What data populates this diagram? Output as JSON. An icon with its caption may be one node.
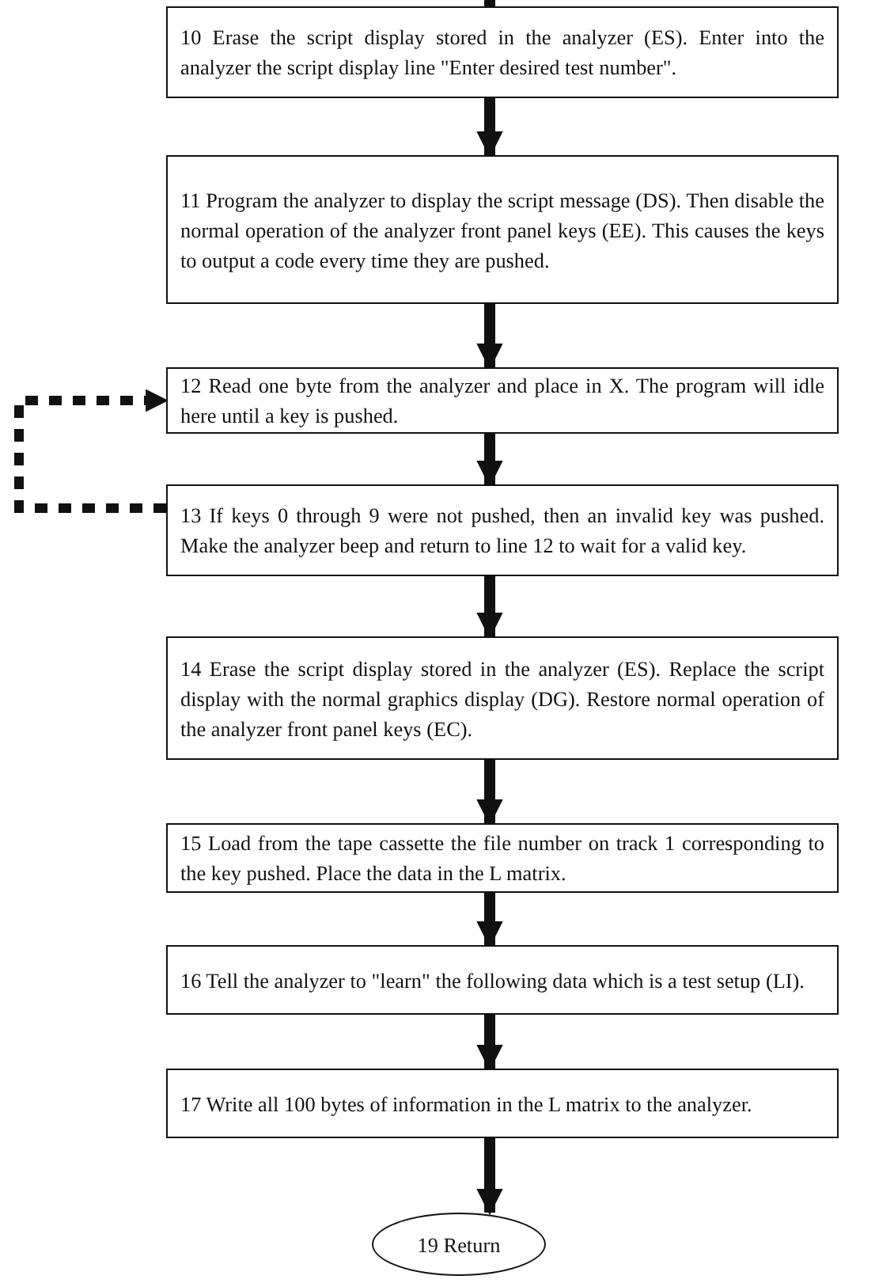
{
  "diagram": {
    "nodes": [
      {
        "text": [
          "10 Erase the script display stored in the analyzer (ES). Enter into the analyzer the script display line \"Enter desired test number\"."
        ]
      },
      {
        "text": [
          "11 Program the analyzer to display the script message (DS). Then disable the normal operation of the analyzer front panel keys (EE). This causes the keys to output a code every time they are pushed."
        ]
      },
      {
        "text": [
          "12 Read one byte from the analyzer and place in X. The program will idle here until a key is pushed."
        ]
      },
      {
        "text": [
          "13 If keys 0 through 9 were not pushed, then an invalid key was pushed. Make the analyzer beep and return to line 12 to wait for a valid key."
        ]
      },
      {
        "text": [
          "14 Erase the script display stored in the analyzer (ES). Replace the script display with the normal graphics display (DG). Restore normal operation of the analyzer front panel keys (EC)."
        ]
      },
      {
        "text": [
          "15 Load from the tape cassette the file number on track 1 corresponding to the key pushed. Place the data in the L matrix."
        ]
      },
      {
        "text": [
          "16 Tell the analyzer to \"learn\" the following data which is a test setup (LI)."
        ]
      },
      {
        "text": [
          "17 Write all 100 bytes of information in the L matrix to the analyzer."
        ]
      },
      {
        "text": [
          "19 Return"
        ]
      }
    ],
    "edges": [
      {
        "from": null,
        "to": 0,
        "arrow": "to"
      },
      {
        "from": 0,
        "to": 1,
        "arrow": "to"
      },
      {
        "from": 1,
        "to": 2,
        "arrow": "to"
      },
      {
        "from": 2,
        "to": 3,
        "arrow": "to"
      },
      {
        "from": 3,
        "to": 4,
        "arrow": "to"
      },
      {
        "from": 4,
        "to": 5,
        "arrow": "to"
      },
      {
        "from": 5,
        "to": 6,
        "arrow": "to"
      },
      {
        "from": 6,
        "to": 7,
        "arrow": "to"
      },
      {
        "from": 7,
        "to": 8,
        "arrow": "to"
      },
      {
        "from": 3,
        "to": 2,
        "arrow": "to",
        "style": "dashed"
      }
    ]
  }
}
